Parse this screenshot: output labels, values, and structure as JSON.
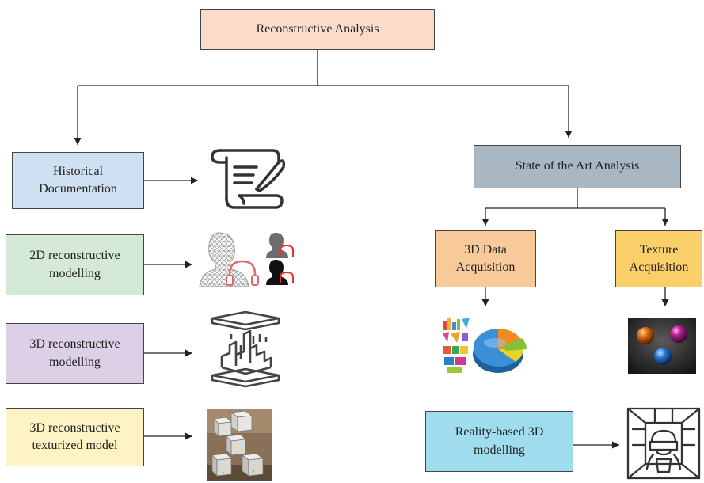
{
  "boxes": {
    "root": {
      "line1": "Reconstructive Analysis",
      "color": "#fbdcc8"
    },
    "historical": {
      "line1": "Historical",
      "line2": "Documentation",
      "color": "#cfe0f2"
    },
    "recon2d": {
      "line1": "2D reconstructive",
      "line2": "modelling",
      "color": "#d4ead6"
    },
    "recon3d": {
      "line1": "3D reconstructive",
      "line2": "modelling",
      "color": "#dcd0e6"
    },
    "texturized": {
      "line1": "3D reconstructive",
      "line2": "texturized model",
      "color": "#fdf3c4"
    },
    "state": {
      "line1": "State of the Art Analysis",
      "color": "#a9b7c3"
    },
    "data3d": {
      "line1": "3D Data",
      "line2": "Acquisition",
      "color": "#f8c999"
    },
    "texture": {
      "line1": "Texture",
      "line2": "Acquisition",
      "color": "#fbd06b"
    },
    "reality": {
      "line1": "Reality-based 3D",
      "line2": "modelling",
      "color": "#9fdcee"
    }
  },
  "icons": [
    "scroll-quill-icon",
    "wireframe-headphones-icon",
    "3d-city-model-icon",
    "textured-cubes-photo",
    "pie-chart-icon",
    "glossy-spheres-icon",
    "vr-headset-room-icon"
  ]
}
